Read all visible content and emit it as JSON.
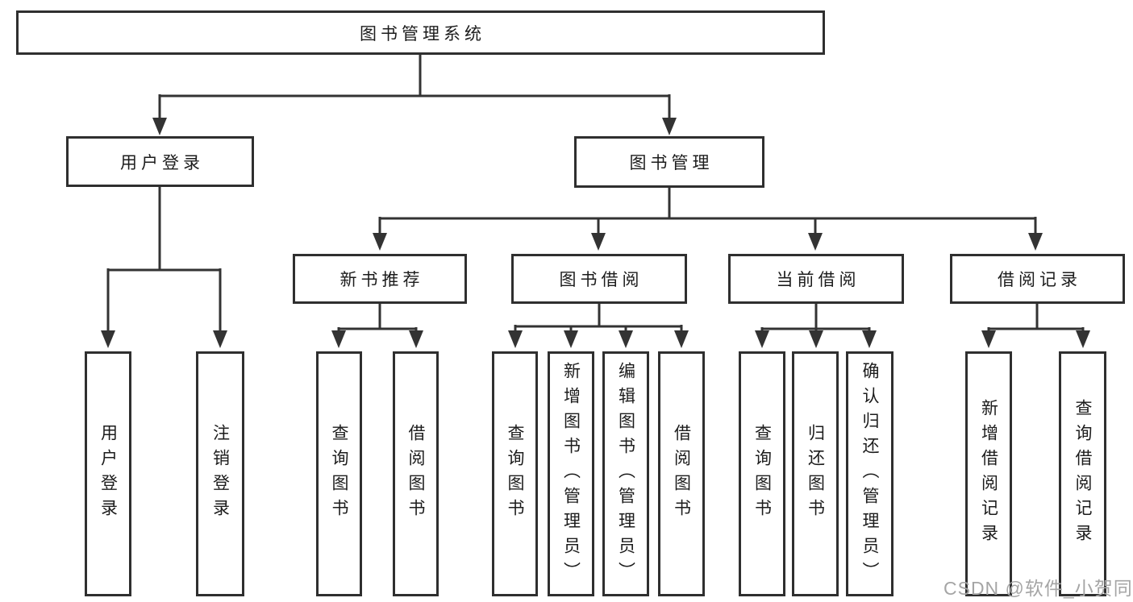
{
  "diagram": {
    "nodes": {
      "root": "图书管理系统",
      "user_login": "用户登录",
      "book_mgmt": "图书管理",
      "new_book": "新书推荐",
      "book_borrow": "图书借阅",
      "current_borrow": "当前借阅",
      "borrow_records": "借阅记录",
      "leaf_user_login": "用户登录",
      "leaf_logout": "注销登录",
      "leaf_nb_query": "查询图书",
      "leaf_nb_borrow": "借阅图书",
      "leaf_bb_query": "查询图书",
      "leaf_bb_add": "新增图书（管理员）",
      "leaf_bb_edit": "编辑图书（管理员）",
      "leaf_bb_borrow": "借阅图书",
      "leaf_cb_query": "查询图书",
      "leaf_cb_return": "归还图书",
      "leaf_cb_confirm": "确认归还（管理员）",
      "leaf_br_add": "新增借阅记录",
      "leaf_br_query": "查询借阅记录"
    },
    "watermark": "CSDN @软件_小贺同学",
    "colors": {
      "line": "#333333",
      "box_border": "#2f2f2f",
      "text": "#1c1c1c",
      "watermark": "#a5a5a5",
      "background": "#ffffff"
    }
  }
}
